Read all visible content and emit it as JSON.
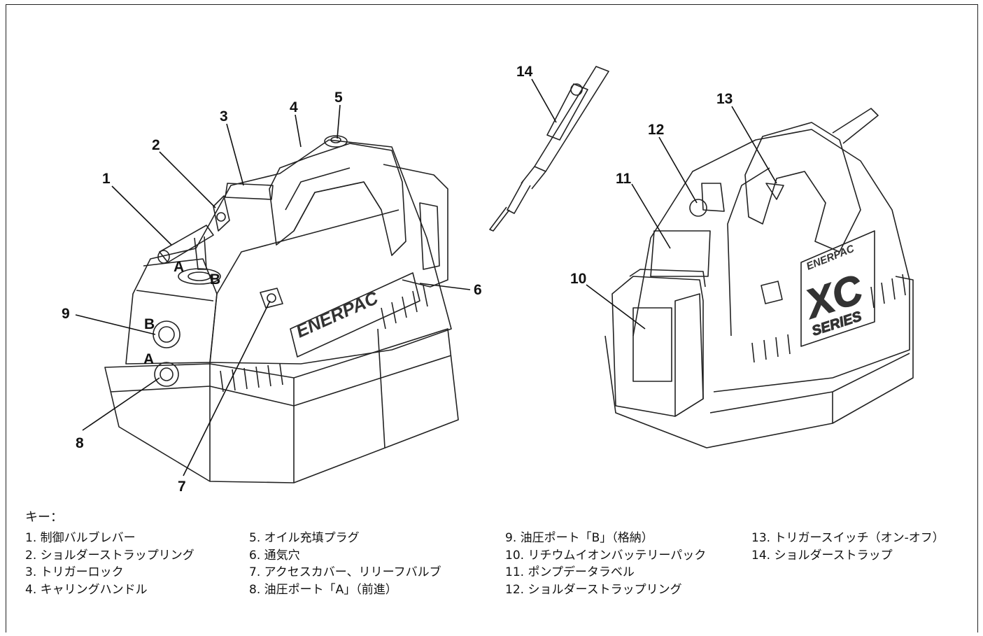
{
  "callouts": {
    "c1": "1",
    "c2": "2",
    "c3": "3",
    "c4": "4",
    "c5": "5",
    "c6": "6",
    "c7": "7",
    "c8": "8",
    "c9": "9",
    "c10": "10",
    "c11": "11",
    "c12": "12",
    "c13": "13",
    "c14": "14"
  },
  "labels": {
    "port_a": "A",
    "port_b": "B",
    "lever_a": "A",
    "lever_b": "B",
    "brand": "ENERPAC",
    "xc_series_top": "XC",
    "xc_series_bottom": "SERIES"
  },
  "legend": {
    "title": "キー：",
    "col1": [
      "1. 制御バルブレバー",
      "2. ショルダーストラップリング",
      "3. トリガーロック",
      "4. キャリングハンドル"
    ],
    "col2": [
      "5. オイル充填プラグ",
      "6. 通気穴",
      "7. アクセスカバー、リリーフバルブ",
      "8. 油圧ポート「A」（前進）"
    ],
    "col3": [
      "9. 油圧ポート「B」（格納）",
      "10. リチウムイオンバッテリーパック",
      "11. ポンプデータラベル",
      "12. ショルダーストラップリング"
    ],
    "col4": [
      "13. トリガースイッチ（オン-オフ）",
      "14. ショルダーストラップ"
    ]
  }
}
